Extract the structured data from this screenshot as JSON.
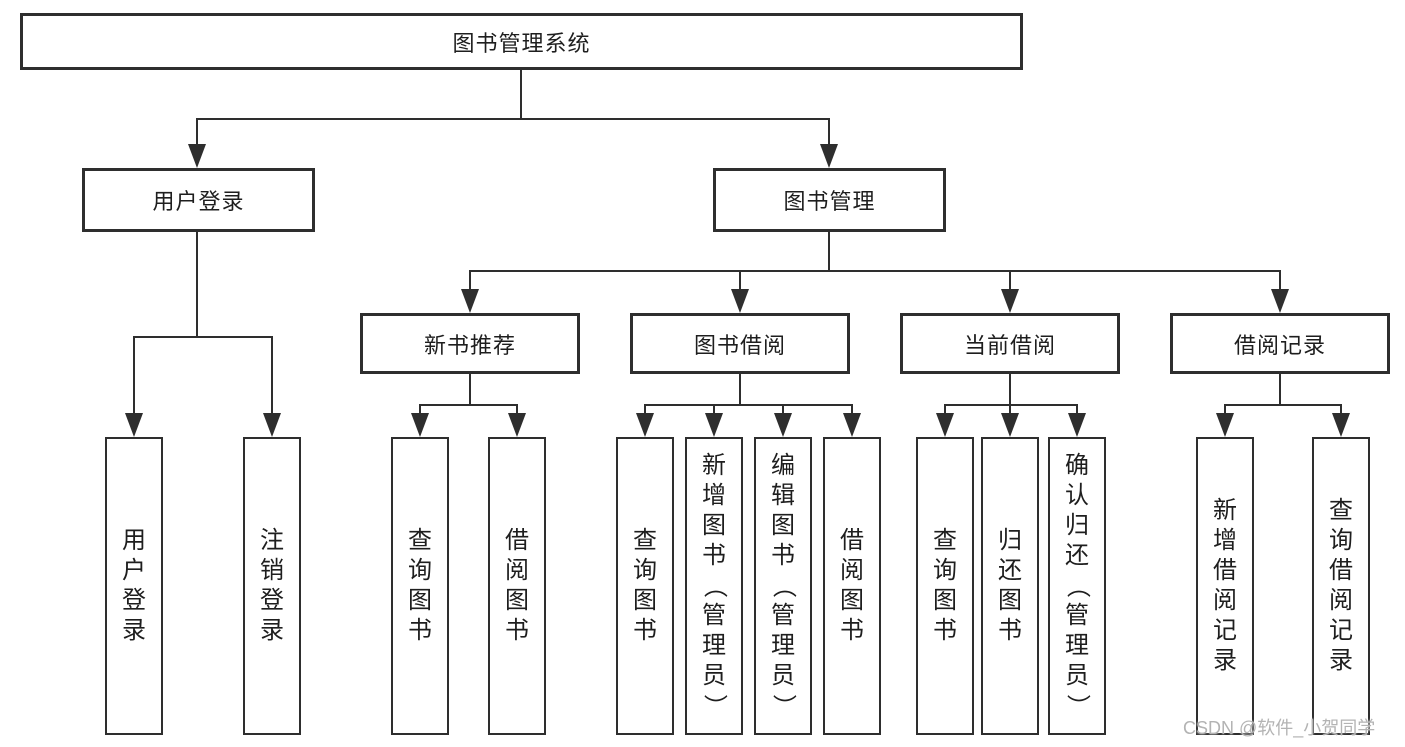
{
  "diagram": {
    "title": "图书管理系统",
    "watermark": "CSDN @软件_小贺同学",
    "colors": {
      "background": "#ffffff",
      "line": "#2e2e2e",
      "box_border": "#2e2e2e",
      "text": "#1e1e1e",
      "watermark": "#b3b3b3"
    }
  },
  "nodes": {
    "root": {
      "label": "图书管理系统"
    },
    "user_login": {
      "label": "用户登录"
    },
    "book_mgmt": {
      "label": "图书管理"
    },
    "new_book_rec": {
      "label": "新书推荐"
    },
    "book_borrow": {
      "label": "图书借阅"
    },
    "current_borrow": {
      "label": "当前借阅"
    },
    "borrow_record": {
      "label": "借阅记录"
    },
    "v_user_login": {
      "label": "用户登录"
    },
    "v_logout": {
      "label": "注销登录"
    },
    "v_query_book_rec": {
      "label": "查询图书"
    },
    "v_borrow_book_rec": {
      "label": "借阅图书"
    },
    "v_query_book_borrow": {
      "label": "查询图书"
    },
    "v_add_book": {
      "label": "新增图书（管理员）"
    },
    "v_edit_book": {
      "label": "编辑图书（管理员）"
    },
    "v_borrow_book_borrow": {
      "label": "借阅图书"
    },
    "v_query_book_current": {
      "label": "查询图书"
    },
    "v_return_book": {
      "label": "归还图书"
    },
    "v_confirm_return": {
      "label": "确认归还（管理员）"
    },
    "v_add_borrow_record": {
      "label": "新增借阅记录"
    },
    "v_query_borrow_record": {
      "label": "查询借阅记录"
    }
  },
  "tree": {
    "图书管理系统": {
      "用户登录": [
        "用户登录",
        "注销登录"
      ],
      "图书管理": {
        "新书推荐": [
          "查询图书",
          "借阅图书"
        ],
        "图书借阅": [
          "查询图书",
          "新增图书（管理员）",
          "编辑图书（管理员）",
          "借阅图书"
        ],
        "当前借阅": [
          "查询图书",
          "归还图书",
          "确认归还（管理员）"
        ],
        "借阅记录": [
          "新增借阅记录",
          "查询借阅记录"
        ]
      }
    }
  }
}
